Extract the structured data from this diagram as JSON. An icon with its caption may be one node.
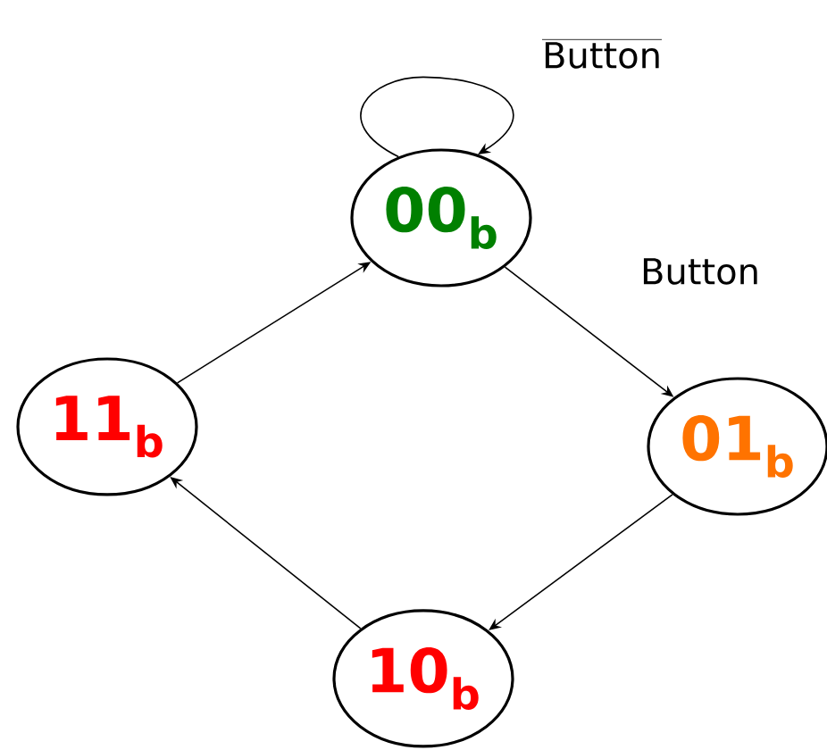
{
  "diagram": {
    "nodes": [
      {
        "text": [
          "00$_{b}$"
        ]
      },
      {
        "text": [
          "01$_{b}$"
        ]
      },
      {
        "text": [
          "10$_{b}$"
        ]
      },
      {
        "text": [
          "11$_{b}$"
        ]
      }
    ],
    "edges": [
      {
        "from": 0,
        "to": 0,
        "arrow": "to",
        "label": "Button"
      },
      {
        "from": 0,
        "to": 1,
        "arrow": "to",
        "label": "Button"
      },
      {
        "from": 1,
        "to": 2,
        "arrow": "to"
      },
      {
        "from": 2,
        "to": 3,
        "arrow": "to"
      },
      {
        "from": 3,
        "to": 0,
        "arrow": "to"
      }
    ]
  }
}
